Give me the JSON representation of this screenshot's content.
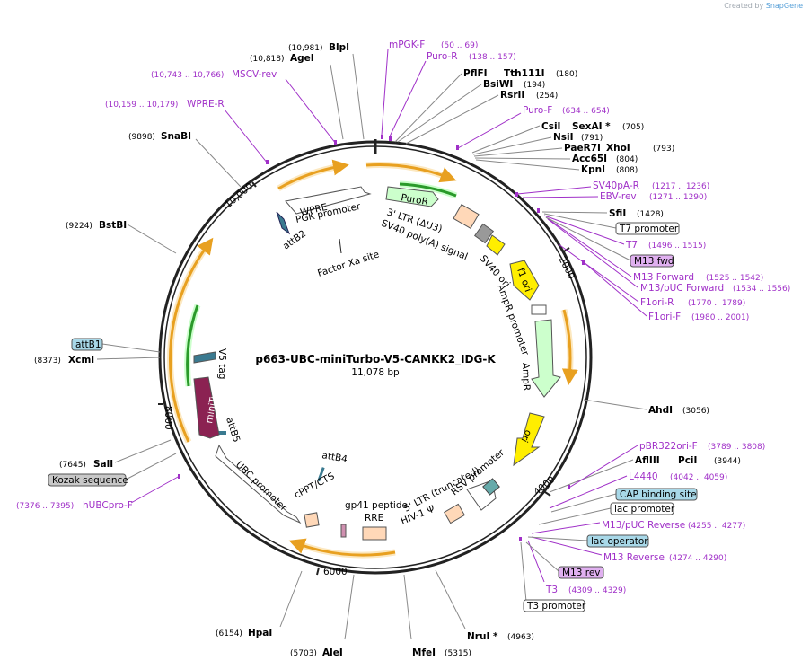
{
  "credit": {
    "prefix": "Created by",
    "brand": "SnapGene"
  },
  "plasmid": {
    "name": "p663-UBC-miniTurbo-V5-CAMKK2_IDG-K",
    "size": "11,078 bp"
  },
  "ticks": [
    "2000",
    "4000",
    "6000",
    "8000",
    "10,000"
  ],
  "sites": [
    {
      "name": "BlpI",
      "pos": "(10,981)"
    },
    {
      "name": "AgeI",
      "pos": "(10,818)"
    },
    {
      "name": "PflFI",
      "name2": "Tth111I",
      "pos": "(180)"
    },
    {
      "name": "BsiWI",
      "pos": "(194)"
    },
    {
      "name": "RsrII",
      "pos": "(254)"
    },
    {
      "name": "CsiI",
      "name2": "SexAI *",
      "pos": "(705)"
    },
    {
      "name": "NsiI",
      "pos": "(791)"
    },
    {
      "name": "PaeR7I",
      "name2": "XhoI",
      "pos": "(793)"
    },
    {
      "name": "Acc65I",
      "pos": "(804)"
    },
    {
      "name": "KpnI",
      "pos": "(808)"
    },
    {
      "name": "SfiI",
      "pos": "(1428)"
    },
    {
      "name": "AhdI",
      "pos": "(3056)"
    },
    {
      "name": "AflIII",
      "name2": "PciI",
      "pos": "(3944)"
    },
    {
      "name": "NruI *",
      "pos": "(4963)"
    },
    {
      "name": "MfeI",
      "pos": "(5315)"
    },
    {
      "name": "AleI",
      "pos": "(5703)"
    },
    {
      "name": "HpaI",
      "pos": "(6154)"
    },
    {
      "name": "SalI",
      "pos": "(7645)"
    },
    {
      "name": "XcmI",
      "pos": "(8373)"
    },
    {
      "name": "BstBI",
      "pos": "(9224)"
    },
    {
      "name": "SnaBI",
      "pos": "(9898)"
    }
  ],
  "primers": [
    {
      "name": "mPGK-F",
      "range": "(50 .. 69)"
    },
    {
      "name": "Puro-R",
      "range": "(138 .. 157)"
    },
    {
      "name": "MSCV-rev",
      "range": "(10,743 .. 10,766)"
    },
    {
      "name": "WPRE-R",
      "range": "(10,159 .. 10,179)"
    },
    {
      "name": "Puro-F",
      "range": "(634 .. 654)"
    },
    {
      "name": "SV40pA-R",
      "range": "(1217 .. 1236)"
    },
    {
      "name": "EBV-rev",
      "range": "(1271 .. 1290)"
    },
    {
      "name": "T7",
      "range": "(1496 .. 1515)"
    },
    {
      "name": "M13 Forward",
      "range": "(1525 .. 1542)"
    },
    {
      "name": "M13/pUC Forward",
      "range": "(1534 .. 1556)"
    },
    {
      "name": "F1ori-R",
      "range": "(1770 .. 1789)"
    },
    {
      "name": "F1ori-F",
      "range": "(1980 .. 2001)"
    },
    {
      "name": "pBR322ori-F",
      "range": "(3789 .. 3808)"
    },
    {
      "name": "L4440",
      "range": "(4042 .. 4059)"
    },
    {
      "name": "M13/pUC Reverse",
      "range": "(4255 .. 4277)"
    },
    {
      "name": "M13 Reverse",
      "range": "(4274 .. 4290)"
    },
    {
      "name": "T3",
      "range": "(4309 .. 4329)"
    },
    {
      "name": "hUBCpro-F",
      "range": "(7376 .. 7395)"
    }
  ],
  "boxes": {
    "t7_promoter": "T7 promoter",
    "m13_fwd": "M13 fwd",
    "cap_binding_site": "CAP binding site",
    "lac_promoter": "lac promoter",
    "lac_operator": "lac operator",
    "m13_rev": "M13 rev",
    "t3_promoter": "T3 promoter",
    "attb1": "attB1",
    "kozak": "Kozak sequence"
  },
  "features": {
    "wpre": "WPRE",
    "pgk_promoter": "PGK promoter",
    "attb2": "attB2",
    "factor_xa": "Factor Xa site",
    "puror": "PuroR",
    "ltr3": "3' LTR (ΔU3)",
    "sv40_polya": "SV40 poly(A) signal",
    "sv40_ori": "SV40 ori",
    "f1_ori": "f1 ori",
    "ampr_promoter": "AmpR promoter",
    "ampr": "AmpR",
    "ori": "ori",
    "rsv_promoter": "RSV promoter",
    "ltr5": "5' LTR (truncated)",
    "hiv_psi": "HIV-1 Ψ",
    "rre": "RRE",
    "gp41": "gp41 peptide",
    "cppt": "cPPT/CTS",
    "ubc_promoter": "UBC promoter",
    "attb4": "attB4",
    "attb5": "attB5",
    "miniturbo": "miniTurbo",
    "v5_tag": "V5 tag"
  },
  "colors": {
    "backbone": "#222222",
    "primer": "#a030c8",
    "orf_orange": "#e8a020",
    "orf_green": "#2a9a2a",
    "promoter_fill": "#ffffff",
    "marker_green": "#ccffcc",
    "origin_yellow": "#ffee00",
    "lt_peach": "#ffd8b8",
    "miniturbo": "#8b2252",
    "box_blue": "#a8d8e8",
    "box_purple": "#e0b0f0",
    "box_gray": "#c8c8c8"
  }
}
